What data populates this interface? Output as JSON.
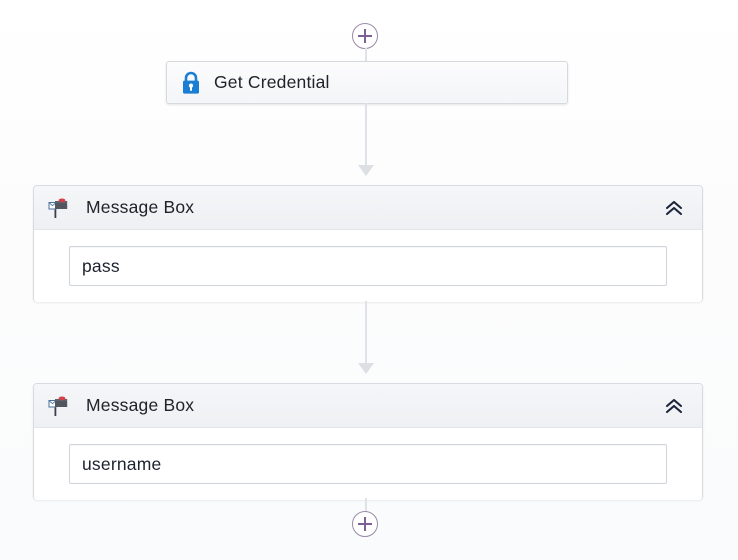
{
  "canvas": {
    "background_color": "#fdfdfd",
    "connector_color": "#dfe3e8",
    "accent_color": "#7d5f96"
  },
  "add_buttons": [
    {
      "name": "add-step-top",
      "label": "+",
      "position": "top"
    },
    {
      "name": "add-step-bottom",
      "label": "+",
      "position": "bottom"
    }
  ],
  "nodes": [
    {
      "id": "get-credential",
      "title": "Get Credential",
      "icon": "lock-icon",
      "icon_color": "#1a7fd4",
      "type": "action"
    },
    {
      "id": "message-box-1",
      "title": "Message Box",
      "icon": "mailbox-icon",
      "collapse_icon": "chevron-double-up-icon",
      "field_value": "pass",
      "type": "action"
    },
    {
      "id": "message-box-2",
      "title": "Message Box",
      "icon": "mailbox-icon",
      "collapse_icon": "chevron-double-up-icon",
      "field_value": "username",
      "type": "action"
    }
  ]
}
